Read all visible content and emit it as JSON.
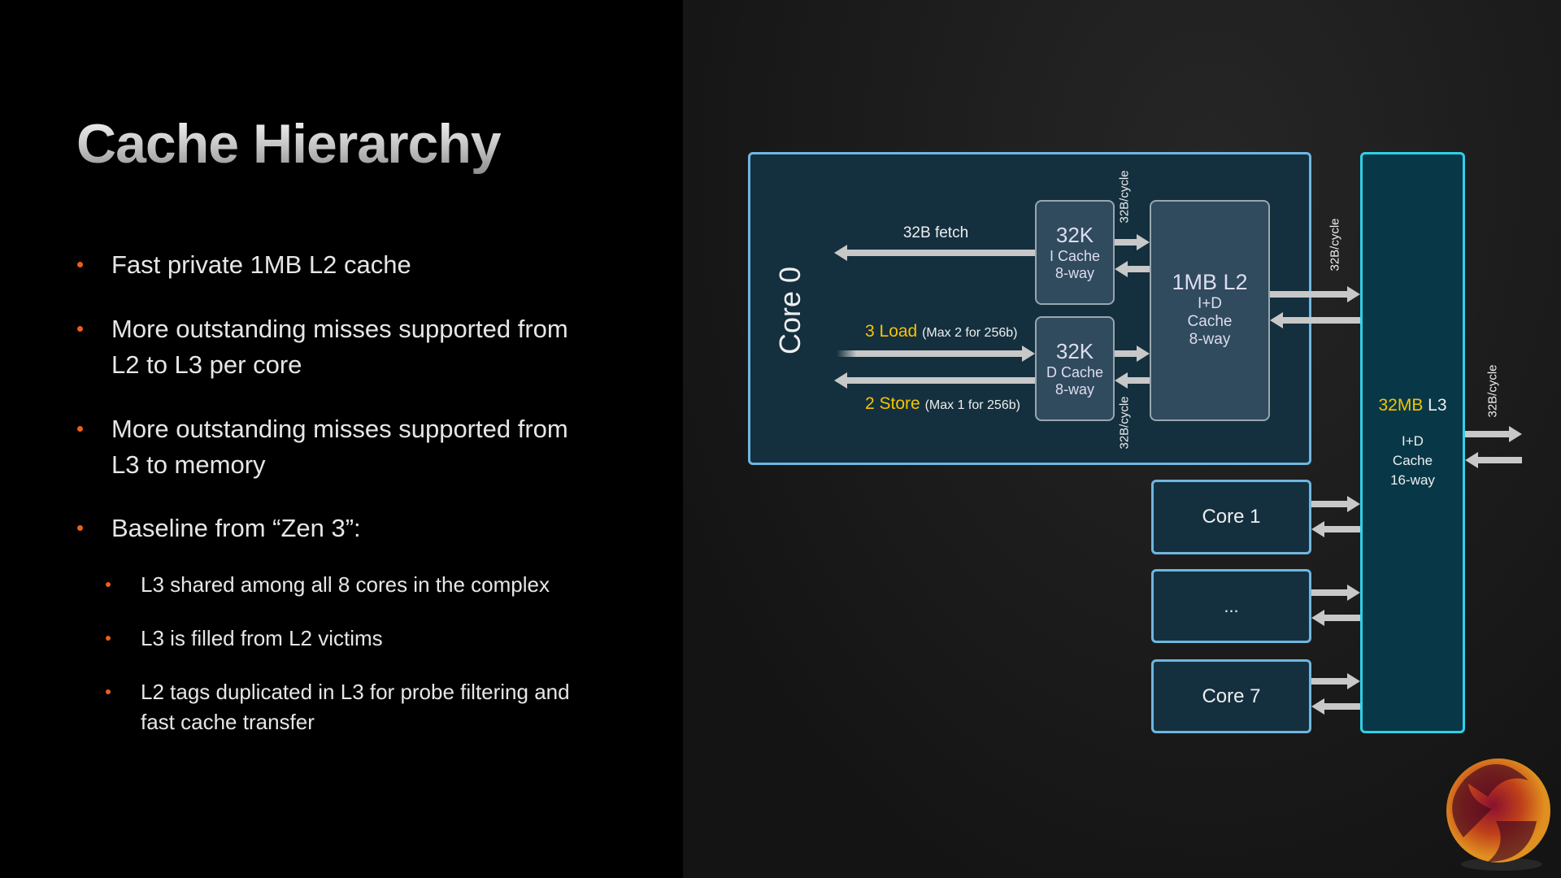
{
  "title": "Cache Hierarchy",
  "bullets": [
    {
      "text": "Fast private 1MB L2 cache"
    },
    {
      "line1": "More outstanding misses supported from",
      "line2": "L2 to L3 per core"
    },
    {
      "line1": "More outstanding misses supported from",
      "line2": "L3 to memory"
    },
    {
      "text": "Baseline from “Zen 3”:"
    }
  ],
  "sub_bullets": [
    {
      "text": "L3 shared among all 8 cores in the complex"
    },
    {
      "text": "L3 is filled from L2 victims"
    },
    {
      "line1": "L2 tags duplicated in L3 for probe filtering and",
      "line2": "fast cache transfer"
    }
  ],
  "diagram": {
    "core0": "Core 0",
    "fetch": "32B fetch",
    "load": {
      "main": "3 Load",
      "note": "(Max 2 for 256b)"
    },
    "store": {
      "main": "2 Store",
      "note": "(Max 1 for 256b)"
    },
    "icache": {
      "size": "32K",
      "name": "I Cache",
      "ways": "8-way"
    },
    "dcache": {
      "size": "32K",
      "name": "D Cache",
      "ways": "8-way"
    },
    "l2": {
      "size": "1MB L2",
      "type": "I+D",
      "name": "Cache",
      "ways": "8-way"
    },
    "l3": {
      "size": "32MB",
      "level": "L3",
      "type": "I+D",
      "name": "Cache",
      "ways": "16-way"
    },
    "bandwidth": "32B/cycle",
    "cores": [
      "Core 1",
      "...",
      "Core 7"
    ]
  },
  "colors": {
    "accent_yellow": "#f5c400",
    "bullet_orange": "#e8601c",
    "core_border": "#6fb6e0",
    "l3_border": "#2fd0e8",
    "arrow": "#c8c8c8"
  }
}
